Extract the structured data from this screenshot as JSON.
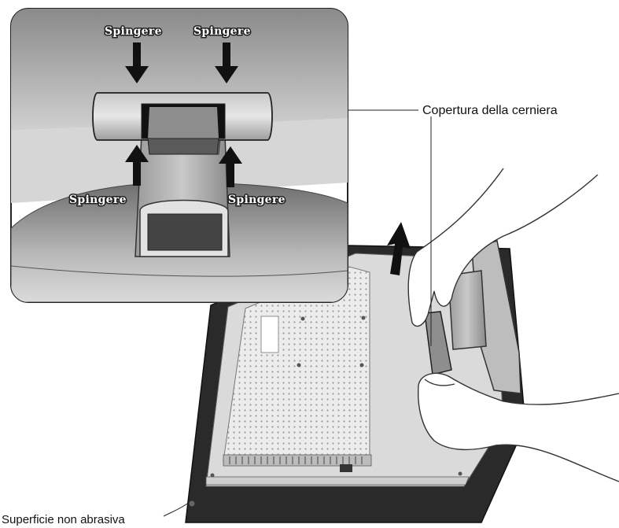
{
  "callouts": {
    "hinge_cover": "Copertura della cerniera",
    "surface": "Superficie non abrasiva"
  },
  "inset": {
    "push_top_left": "Spingere",
    "push_top_right": "Spingere",
    "push_bottom_left": "Spingere",
    "push_bottom_right": "Spingere"
  },
  "colors": {
    "monitor_frame": "#2a2a2a",
    "monitor_back": "#d8d8d8",
    "inset_bg": "#a9a9a9",
    "arrow": "#111111"
  },
  "icons": {
    "lift_arrow": "arrow-up-right-icon",
    "push_arrows": "arrow-icon"
  }
}
